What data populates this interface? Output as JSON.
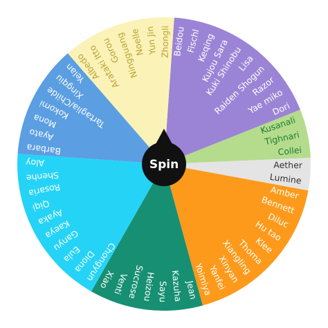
{
  "wheel": {
    "segments": [
      {
        "color": "#9b84d6",
        "entries": [
          "Beidou",
          "Fischl",
          "Keqing",
          "Kujou Sara",
          "Kuki Shinobu",
          "Lisa",
          "Raiden Shogun",
          "Razor",
          "Yae miko",
          "Dori"
        ]
      },
      {
        "color": "#b5dc8c",
        "entries": [
          "Kusanali",
          "Tighnari",
          "Collei"
        ]
      },
      {
        "color": "#e4e4e4",
        "entries": [
          "Aether",
          "Lumine"
        ]
      },
      {
        "color": "#fd9a1b",
        "entries": [
          "Amber",
          "Bennett",
          "Diluc",
          "Hu tao",
          "Klee",
          "Thoma",
          "Xiangling",
          "Xinyan",
          "Yanfei",
          "Yoimiya"
        ]
      },
      {
        "color": "#178f72",
        "entries": [
          "Jean",
          "Kazuha",
          "Sayu",
          "Heizou",
          "Sucrose",
          "Venti",
          "Xiao"
        ]
      },
      {
        "color": "#25d3f7",
        "entries": [
          "Chongyun",
          "Diona",
          "Eula",
          "Ganyu",
          "Kaeya",
          "Ayaka",
          "Qiqi",
          "Rosaria",
          "Shenhe",
          "Aloy"
        ]
      },
      {
        "color": "#5b9ee2",
        "entries": [
          "Barbara",
          "Ayato",
          "Mona",
          "Kokomi",
          "Tartaglia/Childe",
          "Xingqiu",
          "Yelan"
        ]
      },
      {
        "color": "#fbf2b7",
        "entries": [
          "Albedo",
          "Arataki Itto",
          "Gorou",
          "Ningguang",
          "Noelle",
          "Yun Jin",
          "Zhongli"
        ]
      }
    ],
    "spin_label": "Spin",
    "label_colors": {
      "light_bg": "#b8a235",
      "green_bg": "#1e7b35",
      "grey_bg": "#333333"
    }
  }
}
